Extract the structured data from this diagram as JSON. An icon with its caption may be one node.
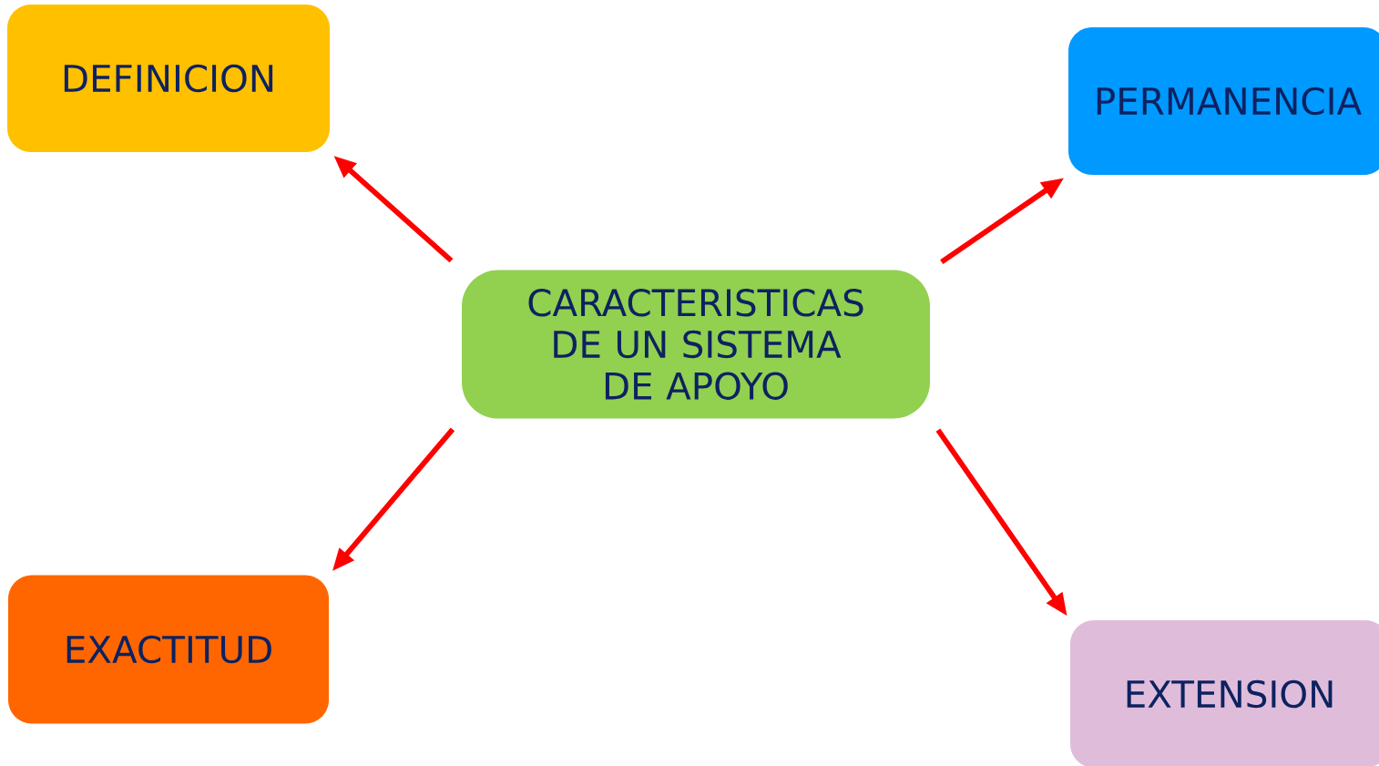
{
  "diagram": {
    "nodes": [
      {
        "text": [
          "CARACTERISTICAS DE UN SISTEMA DE APOYO"
        ]
      },
      {
        "text": [
          "DEFINICION"
        ]
      },
      {
        "text": [
          "PERMANENCIA"
        ]
      },
      {
        "text": [
          "EXACTITUD"
        ]
      },
      {
        "text": [
          "EXTENSION"
        ]
      }
    ],
    "edges": [
      {
        "from": 0,
        "to": 1,
        "arrow": "to"
      },
      {
        "from": 0,
        "to": 2,
        "arrow": "to"
      },
      {
        "from": 0,
        "to": 3,
        "arrow": "to"
      },
      {
        "from": 0,
        "to": 4,
        "arrow": "to"
      }
    ]
  }
}
